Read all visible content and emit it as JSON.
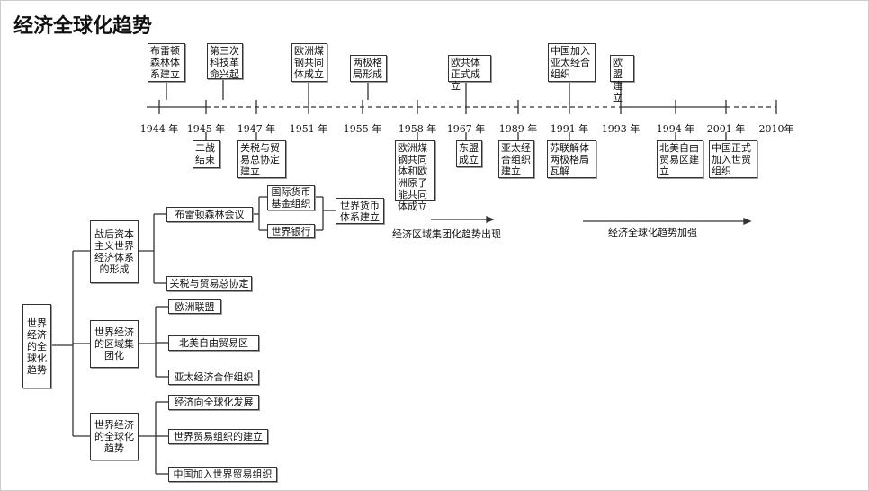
{
  "title": "经济全球化趋势",
  "timeline": {
    "years": [
      "1944 年",
      "1945 年",
      "1947 年",
      "1951 年",
      "1955 年",
      "1958 年",
      "1967 年",
      "1989 年",
      "1991 年",
      "1993 年",
      "1994 年",
      "2001 年",
      "2010年"
    ],
    "above": [
      "布雷顿森林体系建立",
      "第三次科技革命兴起",
      "欧洲煤钢共同体成立",
      "两极格局形成",
      "欧共体正式成立",
      "中国加入亚太经合组织",
      "欧盟建立"
    ],
    "below": [
      "二战结束",
      "关税与贸易总协定建立",
      "欧洲煤钢共同体和欧洲原子能共同体成立",
      "东盟成立",
      "亚太经合组织建立",
      "苏联解体两极格局瓦解",
      "北美自由贸易区建立",
      "中国正式加入世贸组织"
    ],
    "trends": [
      "经济区域集团化趋势出现",
      "经济全球化趋势加强"
    ]
  },
  "tree": {
    "root": "世界经济的全球化趋势",
    "branches": [
      "战后资本主义世界经济体系的形成",
      "世界经济的区域集团化",
      "世界经济的全球化趋势"
    ],
    "leaves": [
      "布雷顿森林会议",
      "关税与贸易总协定",
      "欧洲联盟",
      "北美自由贸易区",
      "亚太经济合作组织",
      "经济向全球化发展",
      "世界贸易组织的建立",
      "中国加入世界贸易组织"
    ],
    "sub": [
      "国际货币基金组织",
      "世界银行",
      "世界货币体系建立"
    ]
  }
}
